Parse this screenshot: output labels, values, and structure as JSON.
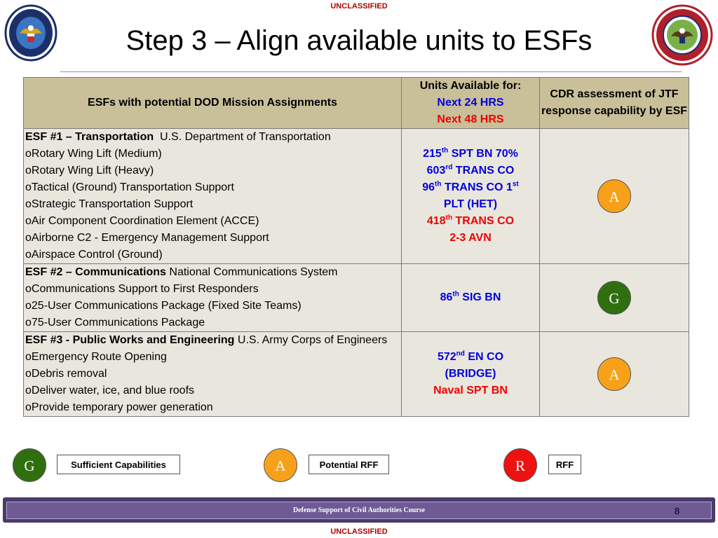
{
  "classification": "UNCLASSIFIED",
  "title": "Step 3 – Align available units to ESFs",
  "table": {
    "headers": {
      "esf": "ESFs with potential DOD Mission Assignments",
      "units_title": "Units Available for:",
      "units_24": "Next 24 HRS",
      "units_48": "Next 48 HRS",
      "cdr": "CDR assessment of JTF response capability by ESF"
    },
    "rows": [
      {
        "esf_bold": "ESF #1 – Transportation",
        "esf_agency": "U.S. Department of Transportation",
        "items": [
          "oRotary Wing Lift (Medium)",
          "oRotary Wing Lift (Heavy)",
          "oTactical (Ground) Transportation Support",
          "oStrategic Transportation Support",
          "oAir Component Coordination Element (ACCE)",
          "oAirborne C2 - Emergency Management Support",
          "oAirspace Control (Ground)"
        ],
        "rating": "A"
      },
      {
        "esf_bold": "ESF #2 – Communications",
        "esf_agency": "National Communications System",
        "items": [
          "oCommunications Support to First Responders",
          "o25-User Communications Package (Fixed Site Teams)",
          "o75-User Communications Package"
        ],
        "rating": "G"
      },
      {
        "esf_bold": "ESF #3 - Public Works and Engineering",
        "esf_agency": "U.S. Army Corps of Engineers",
        "items": [
          "oEmergency Route Opening",
          "oDebris removal",
          "oDeliver water, ice, and blue roofs",
          "oProvide temporary power generation"
        ],
        "rating": "A"
      }
    ],
    "units": {
      "r1_a_num": "215",
      "r1_a_sup": "th",
      "r1_a_text": "SPT BN 70%",
      "r1_b_num": "603",
      "r1_b_sup": "rd",
      "r1_b_text": "TRANS CO",
      "r1_c_num": "96",
      "r1_c_sup": "th",
      "r1_c_text": "TRANS CO 1",
      "r1_c_sup2": "st",
      "r1_d": "PLT (HET)",
      "r1_e_num": "418",
      "r1_e_sup": "th",
      "r1_e_text": "TRANS CO",
      "r1_f": "2-3 AVN",
      "r2_num": "86",
      "r2_sup": "th",
      "r2_text": "SIG BN",
      "r3_num": "572",
      "r3_sup": "nd",
      "r3_text": "EN CO",
      "r3_b": "(BRIDGE)",
      "r3_c": "Naval SPT BN"
    }
  },
  "legend": [
    {
      "letter": "G",
      "label": "Sufficient Capabilities",
      "color": "#2f6f10"
    },
    {
      "letter": "A",
      "label": "Potential RFF",
      "color": "#f7a11a"
    },
    {
      "letter": "R",
      "label": "RFF",
      "color": "#ee1111"
    }
  ],
  "footer": {
    "course": "Defense Support of Civil Authorities Course",
    "page": "8"
  },
  "colors": {
    "header_bg": "#c9c09a",
    "cell_bg": "#e9e7dd",
    "next24": "#0000dd",
    "next48": "#ee0000",
    "footer_bar": "#4b3a6b"
  },
  "icons": {
    "left_seal": "dod-seal-icon",
    "right_seal": "northcom-seal-icon"
  }
}
